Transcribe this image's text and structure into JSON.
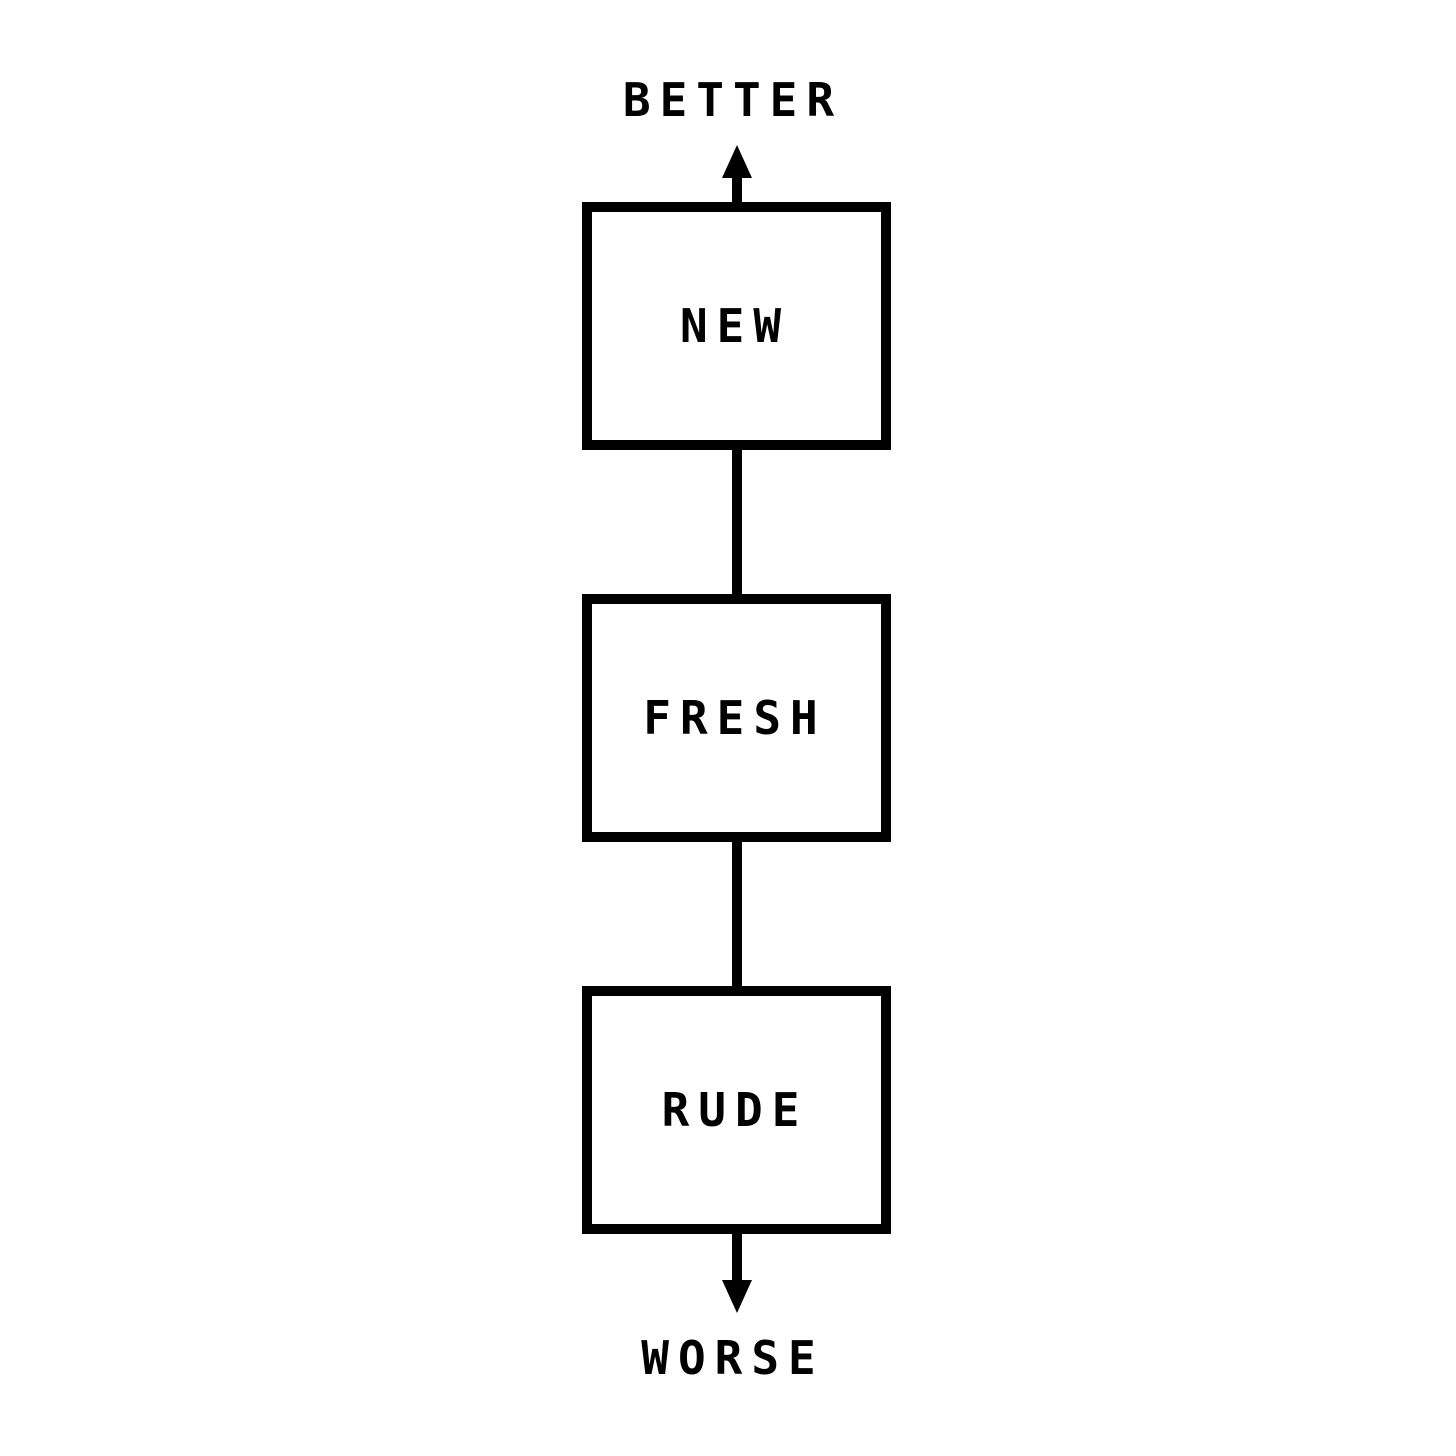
{
  "diagram": {
    "top_label": "BETTER",
    "bottom_label": "WORSE",
    "boxes": [
      {
        "label": "NEW"
      },
      {
        "label": "FRESH"
      },
      {
        "label": "RUDE"
      }
    ],
    "colors": {
      "stroke": "#000000",
      "text": "#000000",
      "background": "#ffffff"
    }
  }
}
